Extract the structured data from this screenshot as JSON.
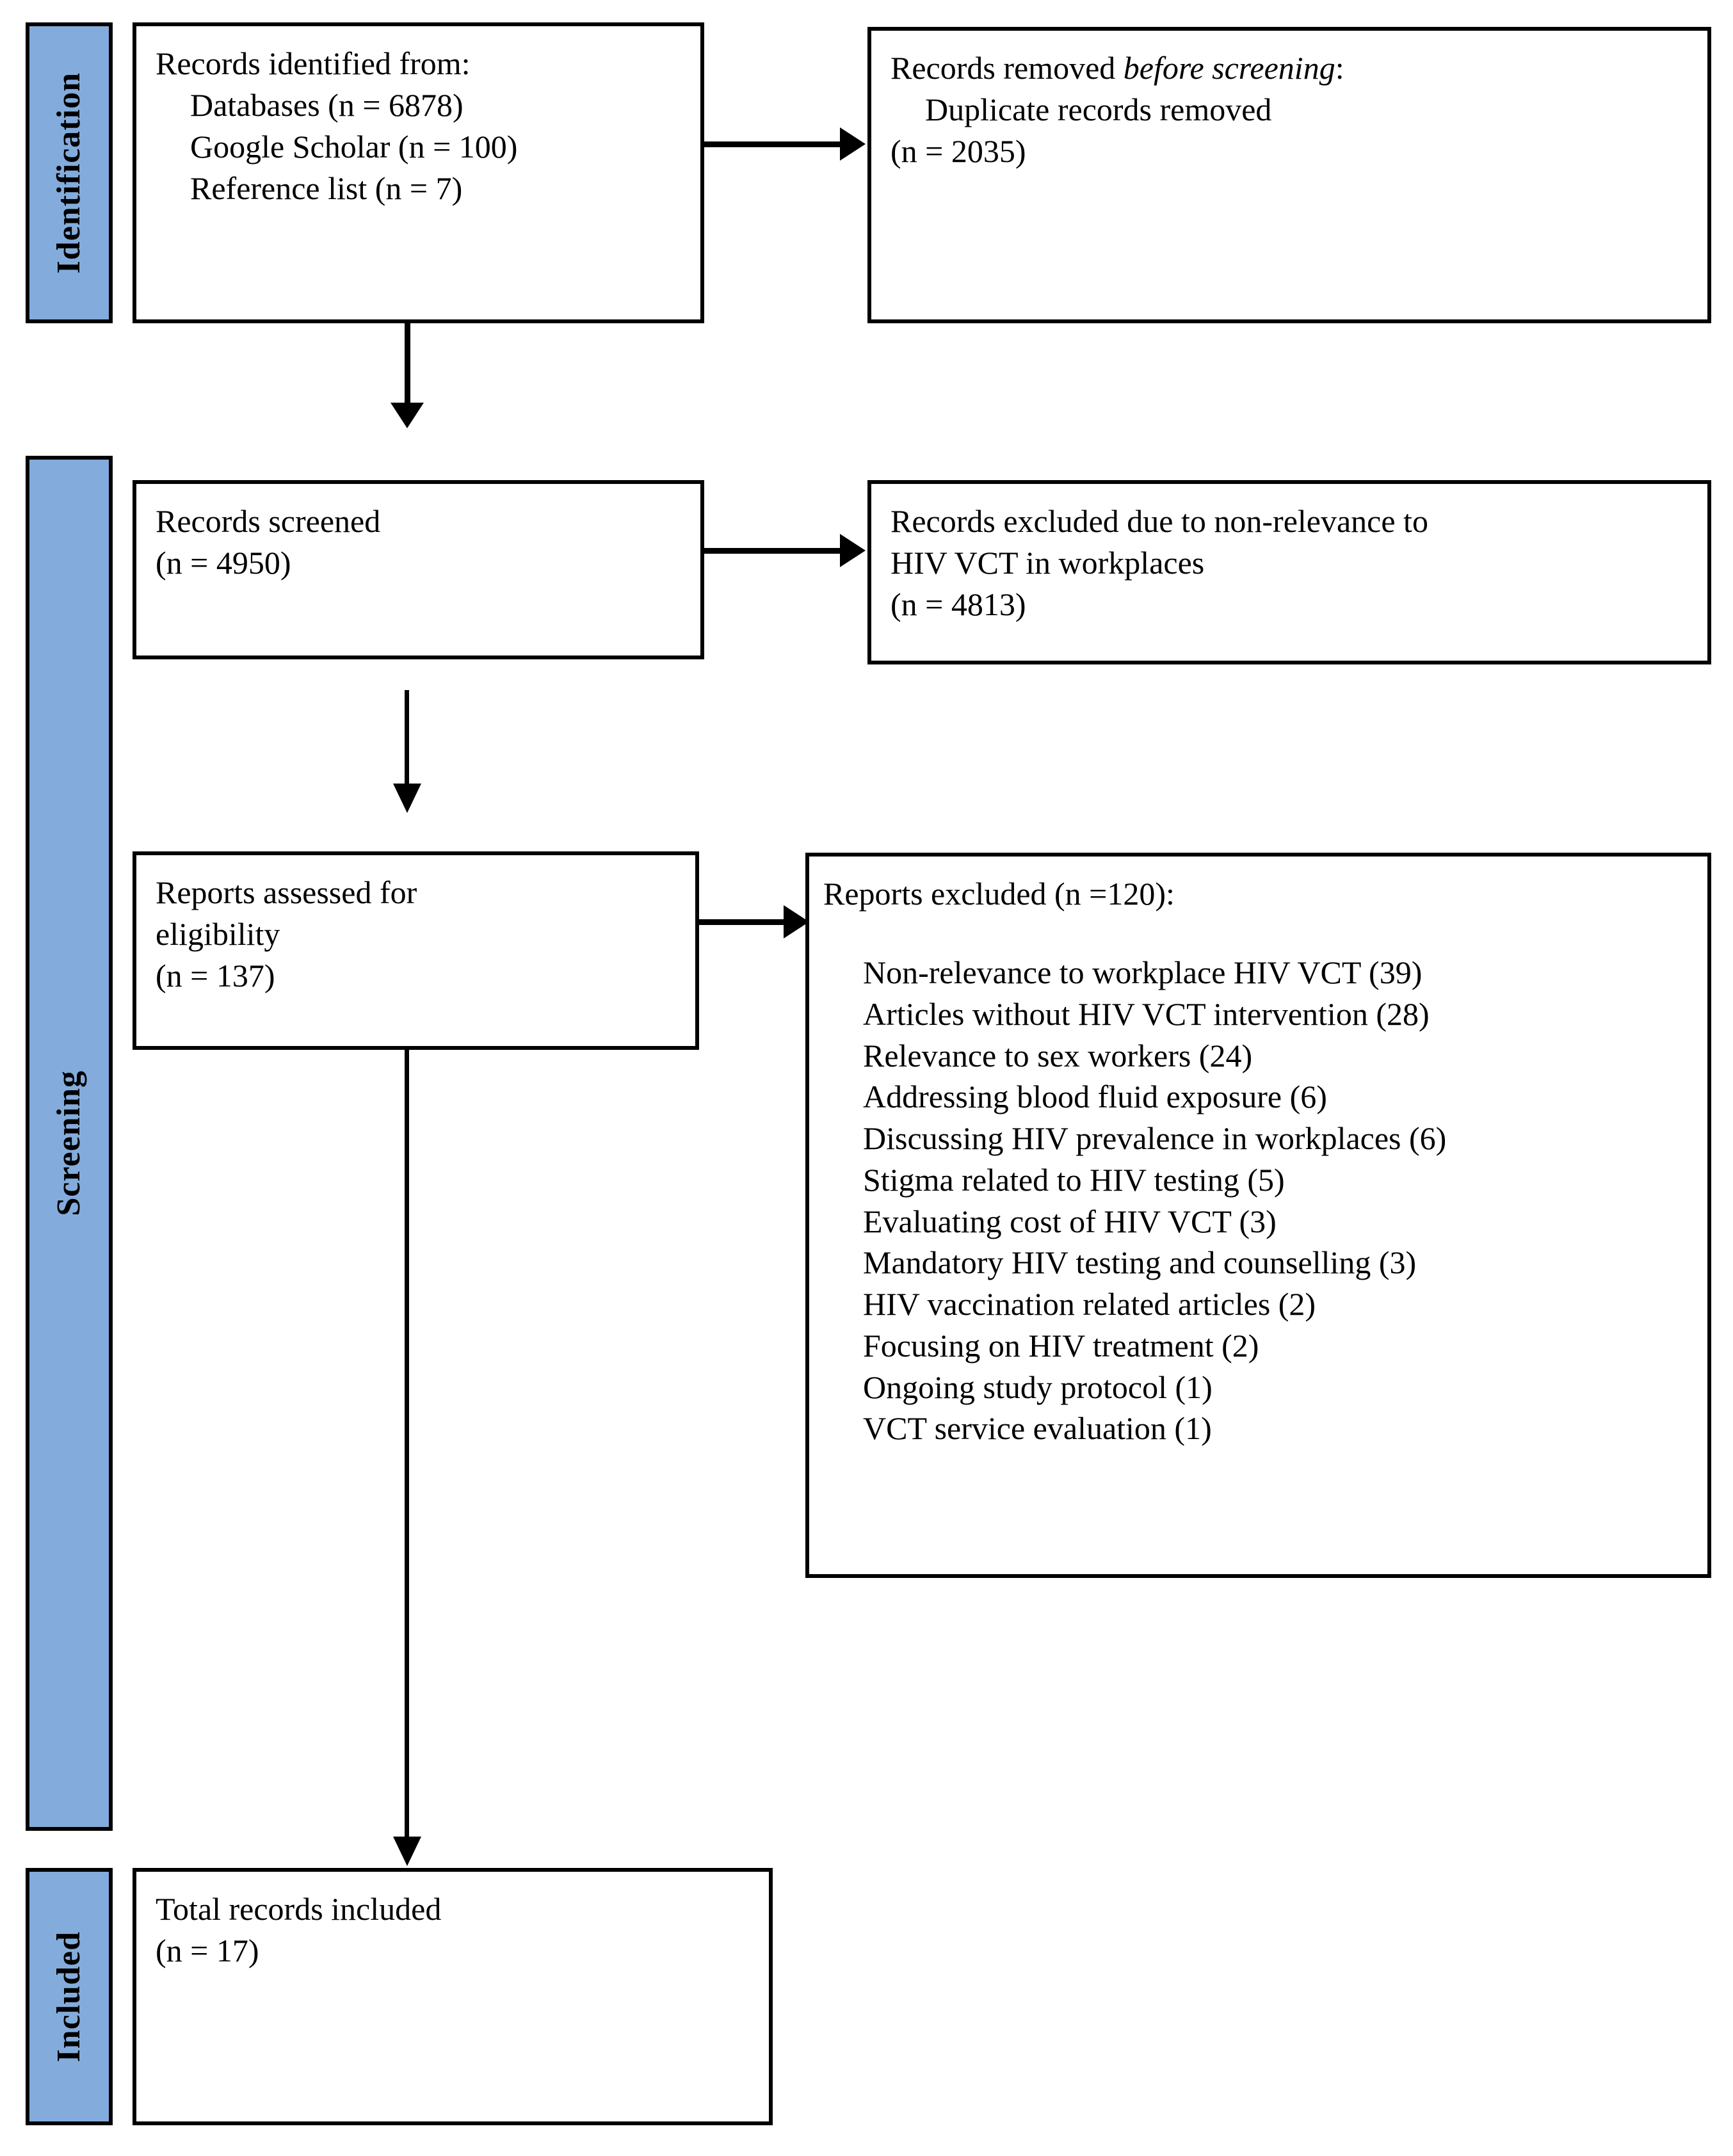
{
  "figure": {
    "type": "prisma-flow-diagram",
    "accent_color": "#83ACDC",
    "line_color": "#000000",
    "background": "#ffffff"
  },
  "phases": {
    "identification": "Identification",
    "screening": "Screening",
    "included": "Included"
  },
  "boxes": {
    "records_identified": {
      "title": "Records identified from:",
      "items": [
        "Databases (n = 6878)",
        "Google Scholar (n = 100)",
        "Reference list (n = 7)"
      ]
    },
    "records_removed": {
      "title_lead": "Records removed ",
      "title_italic": "before screening",
      "title_tail": ":",
      "items": [
        "Duplicate records removed"
      ],
      "count": "(n = 2035)"
    },
    "records_screened": {
      "lines": [
        "Records screened",
        "(n = 4950)"
      ]
    },
    "records_excluded": {
      "lines": [
        "Records excluded due to non-relevance to",
        "HIV VCT in workplaces",
        "(n = 4813)"
      ]
    },
    "reports_assessed": {
      "lines": [
        "Reports assessed for",
        "eligibility",
        "(n = 137)"
      ]
    },
    "reports_excluded": {
      "header": "Reports excluded (n =120):",
      "reasons": [
        "Non-relevance to workplace HIV VCT (39)",
        "Articles without HIV VCT intervention (28)",
        "Relevance to sex workers (24)",
        "Addressing blood fluid exposure (6)",
        "Discussing HIV prevalence in workplaces (6)",
        "Stigma related to HIV testing (5)",
        "Evaluating cost of HIV VCT (3)",
        "Mandatory HIV testing and counselling (3)",
        "HIV vaccination related articles (2)",
        "Focusing on HIV treatment (2)",
        "Ongoing study protocol (1)",
        "VCT service evaluation (1)"
      ]
    },
    "total_included": {
      "lines": [
        "Total records included",
        "(n = 17)"
      ]
    }
  },
  "connectors": {
    "identified_to_removed": "arrow-right",
    "identified_to_screened": "arrow-down",
    "screened_to_excluded": "arrow-right",
    "screened_to_assessed": "arrow-down",
    "assessed_to_reports_excluded": "arrow-right",
    "assessed_to_included": "arrow-down"
  }
}
